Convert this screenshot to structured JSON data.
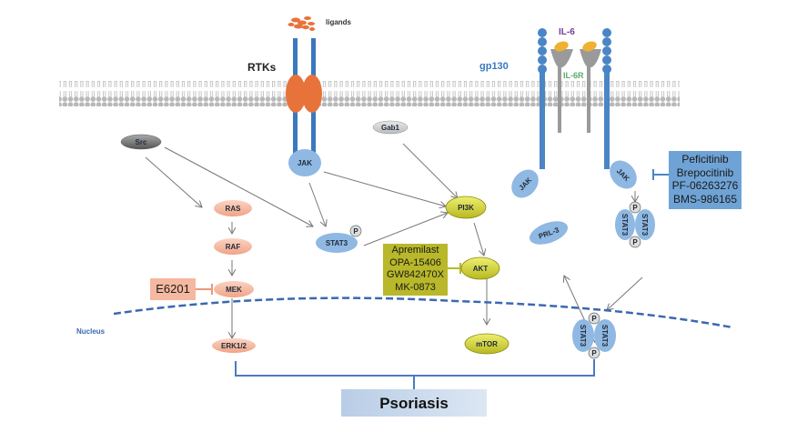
{
  "labels": {
    "ligands": "ligands",
    "rtks": "RTKs",
    "gp130": "gp130",
    "il6": "IL-6",
    "il6r": "IL-6R",
    "nucleus": "Nucleus",
    "outcome": "Psoriasis"
  },
  "nodes": {
    "src": "Src",
    "gab1": "Gab1",
    "jak_rtk": "JAK",
    "jak_gp130_left": "JAK",
    "jak_gp130_right": "JAK",
    "ras": "RAS",
    "raf": "RAF",
    "mek": "MEK",
    "erk": "ERK1/2",
    "stat3": "STAT3",
    "stat3_dimer_left": "STAT3",
    "stat3_dimer_right": "STAT3",
    "stat3_nuc_left": "STAT3",
    "stat3_nuc_right": "STAT3",
    "pi3k": "PI3K",
    "akt": "AKT",
    "mtor": "mTOR",
    "prl3": "PRL-3",
    "phospho": "P"
  },
  "inhibitors": {
    "mek": [
      "E6201"
    ],
    "akt": [
      "Apremilast",
      "OPA-15406",
      "GW842470X",
      "MK-0873"
    ],
    "jak": [
      "Peficitinib",
      "Brepocitinib",
      "PF-06263276",
      "BMS-986165"
    ]
  },
  "colors": {
    "membrane": "#b8b8b8",
    "receptor_blue": "#4a86c5",
    "rtk_orange": "#e8733a",
    "ligand_orange": "#e8733a",
    "il6_yellow": "#f0b030",
    "il6r_gray": "#9a9a9a",
    "salmon": "#f5b8a0",
    "olive": "#b8b82a",
    "yellow_node": "#d8d840",
    "light_blue_node": "#8fb8e2",
    "gray_node": "#c8c8c8",
    "dark_gray_node": "#707070",
    "nucleus_dash": "#3a68b0",
    "il6_text": "#7a3a9a",
    "il6r_text": "#5aaa6a",
    "gp130_text": "#3a78c0",
    "jak_drug_box": "#6fa3d6"
  }
}
